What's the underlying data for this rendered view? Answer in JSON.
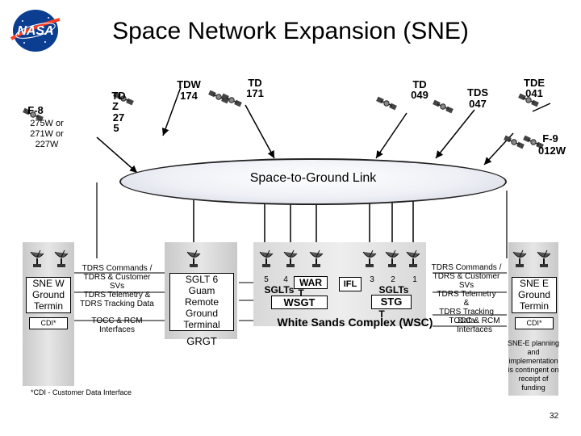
{
  "title": "Space Network Expansion (SNE)",
  "logo": {
    "text": "NASA",
    "colors": {
      "blue": "#0b3d91",
      "red": "#fc3d21"
    }
  },
  "satellites": {
    "f8": {
      "name": "F-8",
      "lines": [
        "275W or",
        "271W or",
        "227W"
      ]
    },
    "tdz": {
      "lines": [
        "TD",
        "Z",
        "27",
        "5"
      ]
    },
    "tdw": {
      "lines": [
        "TDW",
        "174"
      ]
    },
    "td171": {
      "lines": [
        "TD",
        "171"
      ]
    },
    "td049": {
      "lines": [
        "TD",
        "049"
      ]
    },
    "tds047": {
      "lines": [
        "TDS",
        "047"
      ]
    },
    "tde041": {
      "lines": [
        "TDE",
        "041"
      ]
    },
    "f9": {
      "lines": [
        "F-9",
        "012W"
      ]
    }
  },
  "link": {
    "label": "Space-to-Ground Link"
  },
  "sne_west": {
    "station_lines": [
      "SNE W",
      "Ground",
      "Termin"
    ],
    "cdi": "CDI*",
    "notes": [
      "TDRS Commands /",
      "TDRS & Customer",
      "SVs",
      "TDRS Telemetry &",
      "TDRS Tracking Data"
    ],
    "tocc": [
      "TOCC & RCM",
      "Interfaces"
    ]
  },
  "guam": {
    "lines": [
      "SGLT 6",
      "Guam",
      "Remote",
      "Ground",
      "Terminal"
    ],
    "code": "GRGT"
  },
  "wsc": {
    "nums_left": [
      "5",
      "4"
    ],
    "war": "WAR",
    "sglts_left": "SGLTs",
    "t_left": "T",
    "wsgt": "WSGT",
    "ifl": "IFL",
    "nums_right": [
      "3",
      "2",
      "1"
    ],
    "sglts_right": "SGLTs",
    "stg": "STG",
    "t_right": "T",
    "name": "White Sands Complex (WSC)"
  },
  "sne_east": {
    "notes": [
      "TDRS Commands /",
      "TDRS & Customer",
      "SVs",
      "TDRS Telemetry",
      "&",
      "TDRS Tracking",
      "Data"
    ],
    "tocc": [
      "TOCC & RCM",
      "Interfaces"
    ],
    "station_lines": [
      "SNE E",
      "Ground",
      "Termin"
    ],
    "cdi": "CDI*",
    "note": [
      "SNE-E planning",
      "and",
      "implementation",
      "is contingent on",
      "receipt of",
      "funding"
    ]
  },
  "footnote": "*CDI - Customer Data Interface",
  "page_number": "32"
}
